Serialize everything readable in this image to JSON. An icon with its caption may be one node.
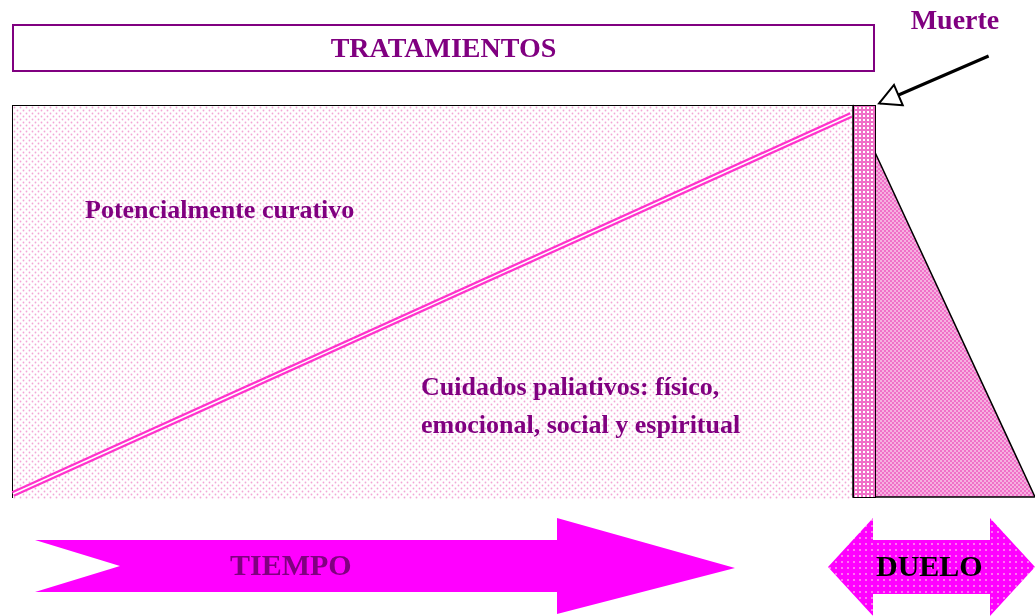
{
  "diagram": {
    "nodes": [
      {
        "text": [
          "TRATAMIENTOS"
        ]
      },
      {
        "text": [
          "Potencialmente curativo",
          "Cuidados paliativos: físico, emocional, social y espiritual"
        ]
      },
      {
        "text": [
          "Muerte"
        ]
      },
      {
        "text": [
          "TIEMPO"
        ]
      },
      {
        "text": [
          "DUELO"
        ]
      },
      {
        "text": [],
        "shape": "bar"
      }
    ],
    "edges": [
      {
        "from": 2,
        "to": 5,
        "arrow": "to"
      }
    ]
  }
}
